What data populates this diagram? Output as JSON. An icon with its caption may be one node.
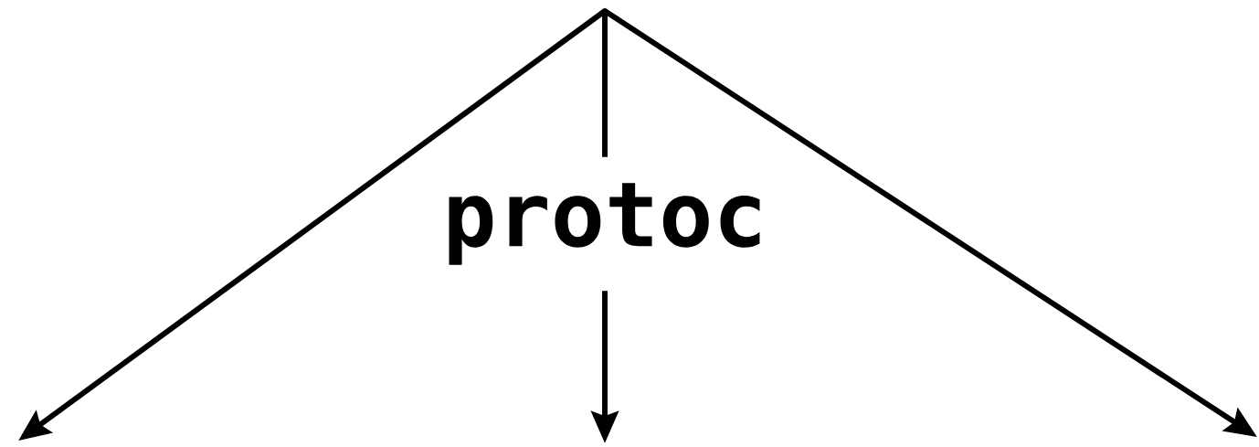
{
  "diagram": {
    "nodes": [
      {
        "text": [],
        "shape": "point"
      },
      {
        "text": [
          "protoc"
        ]
      }
    ],
    "edges": [
      {
        "from": 0,
        "to": 1,
        "arrow": "none"
      },
      {
        "from": 1,
        "to": null,
        "arrow": "to"
      },
      {
        "from": 0,
        "to": null,
        "arrow": "to"
      },
      {
        "from": 0,
        "to": null,
        "arrow": "to"
      }
    ]
  }
}
